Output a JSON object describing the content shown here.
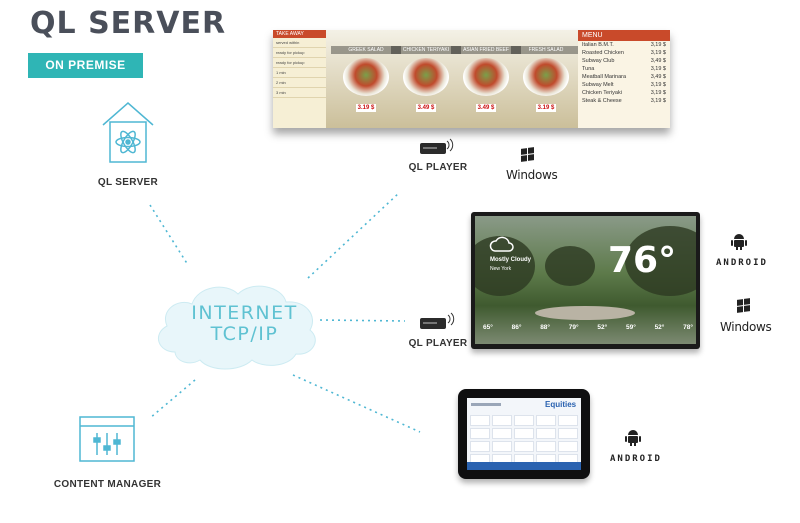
{
  "header": {
    "title": "QL SERVER",
    "badge": "ON PREMISE"
  },
  "nodes": {
    "server_label": "QL SERVER",
    "cloud_line1": "INTERNET",
    "cloud_line2": "TCP/IP",
    "content_manager_label": "CONTENT MANAGER",
    "player1_label": "QL PLAYER",
    "player2_label": "QL PLAYER"
  },
  "os": {
    "windows1": "Windows",
    "android1": "ANDROID",
    "windows2": "Windows",
    "android2": "ANDROID"
  },
  "menu_board": {
    "left_header": "TAKE AWAY",
    "left_rows": [
      "served within",
      "ready for pickup",
      "ready for pickup",
      "1 min",
      "2 min",
      "3 min"
    ],
    "dishes": [
      {
        "name": "GREEK SALAD",
        "price": "3.19 $"
      },
      {
        "name": "CHICKEN TERIYAKI",
        "price": "3.49 $"
      },
      {
        "name": "ASIAN FRIED BEEF",
        "price": "3.49 $"
      },
      {
        "name": "FRESH SALAD",
        "price": "3.19 $"
      }
    ],
    "menu_header": "MENU",
    "menu_items": [
      {
        "name": "Italian B.M.T.",
        "price": "3,19 $"
      },
      {
        "name": "Roasted Chicken",
        "price": "3,19 $"
      },
      {
        "name": "Subway Club",
        "price": "3,49 $"
      },
      {
        "name": "Tuna",
        "price": "3,19 $"
      },
      {
        "name": "Meatball Marinara",
        "price": "3,49 $"
      },
      {
        "name": "Subway Melt",
        "price": "3,19 $"
      },
      {
        "name": "Chicken Teriyaki",
        "price": "3,19 $"
      },
      {
        "name": "Steak & Cheese",
        "price": "3,19 $"
      }
    ]
  },
  "weather": {
    "temperature": "76°",
    "condition": "Mostly Cloudy",
    "city": "New York",
    "forecast": [
      "65°",
      "86°",
      "88°",
      "79°",
      "52°",
      "59°",
      "52°",
      "78°"
    ]
  },
  "tablet": {
    "title": "Equities"
  },
  "colors": {
    "accent": "#2fb5b5",
    "cloud": "#5fc2d2",
    "line": "#4fb7d3"
  }
}
